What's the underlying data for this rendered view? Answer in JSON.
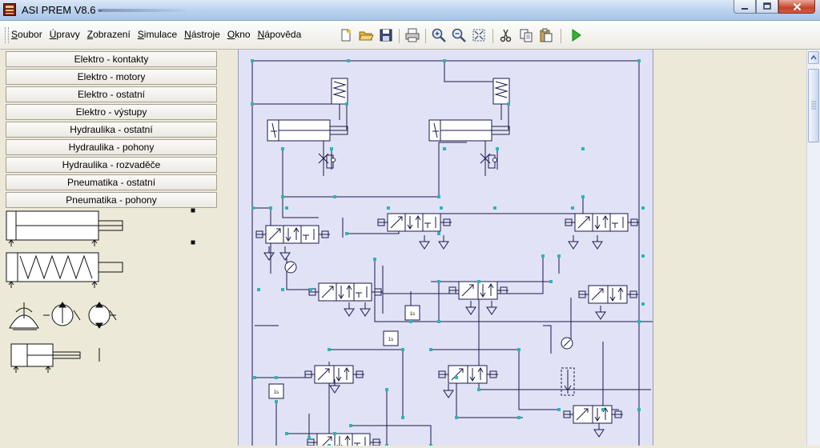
{
  "window": {
    "title": "ASI PREM V8.6 -"
  },
  "menu": [
    "Soubor",
    "Úpravy",
    "Zobrazení",
    "Simulace",
    "Nástroje",
    "Okno",
    "Nápověda"
  ],
  "toolbar_icons": [
    "new-file-icon",
    "open-folder-icon",
    "save-icon",
    "print-icon",
    "zoom-in-icon",
    "zoom-out-icon",
    "zoom-fit-icon",
    "cut-icon",
    "copy-icon",
    "paste-icon",
    "run-simulation-icon"
  ],
  "categories": [
    "Elektro - kontakty",
    "Elektro - motory",
    "Elektro - ostatní",
    "Elektro - výstupy",
    "Hydraulika - ostatní",
    "Hydraulika - pohony",
    "Hydraulika - rozvaděče",
    "Pneumatika - ostatní",
    "Pneumatika - pohony"
  ],
  "palette_items": [
    "single-acting-cylinder",
    "spring-cylinder",
    "compressor-symbol",
    "pump-symbol",
    "motor-symbol",
    "double-acting-cylinder"
  ],
  "diagram": {
    "timer_label": "1s",
    "colors": {
      "sheet": "#e1e2f6",
      "line": "#1a1a4a",
      "node": "#2ab7b7"
    }
  }
}
